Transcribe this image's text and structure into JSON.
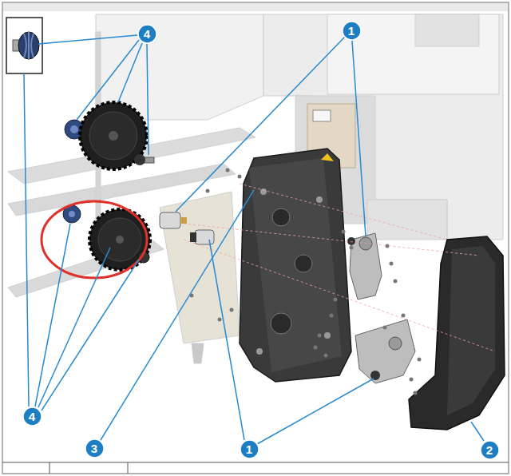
{
  "diagram": {
    "nodes": [
      {
        "text": [
          "4"
        ]
      },
      {
        "text": [
          "1"
        ]
      },
      {
        "text": [
          "4"
        ]
      },
      {
        "text": [
          "3"
        ]
      },
      {
        "text": [
          "1"
        ]
      },
      {
        "text": [
          "2"
        ]
      }
    ]
  }
}
